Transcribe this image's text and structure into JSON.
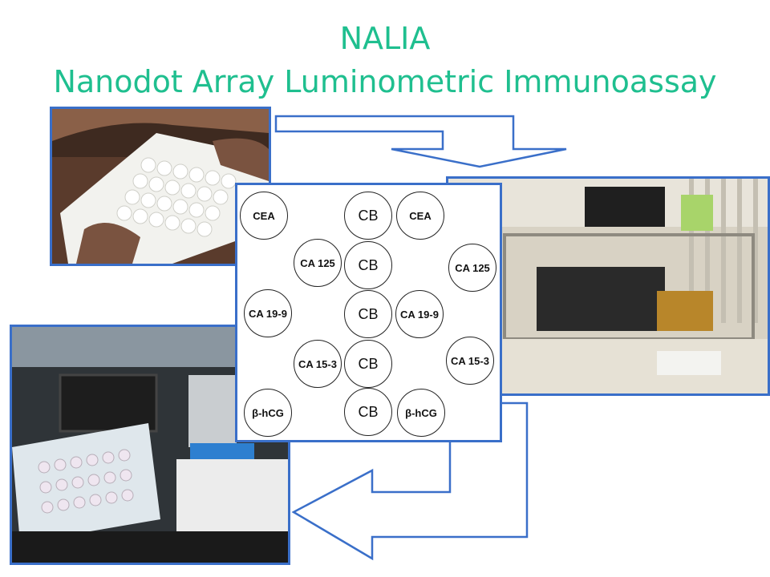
{
  "header": {
    "title_line1": "NALIA",
    "title_line2": "Nanodot Array Luminometric Immunoassay"
  },
  "array": {
    "spots": [
      "CEA",
      "CB",
      "CEA",
      "CA 125",
      "CB",
      "CA 125",
      "CA 19-9",
      "CB",
      "CA 19-9",
      "CA 15-3",
      "CB",
      "CA 15-3",
      "β-hCG",
      "CB",
      "β-hCG"
    ]
  },
  "colors": {
    "title": "#1fbf8f",
    "frame": "#3a6fc9"
  }
}
